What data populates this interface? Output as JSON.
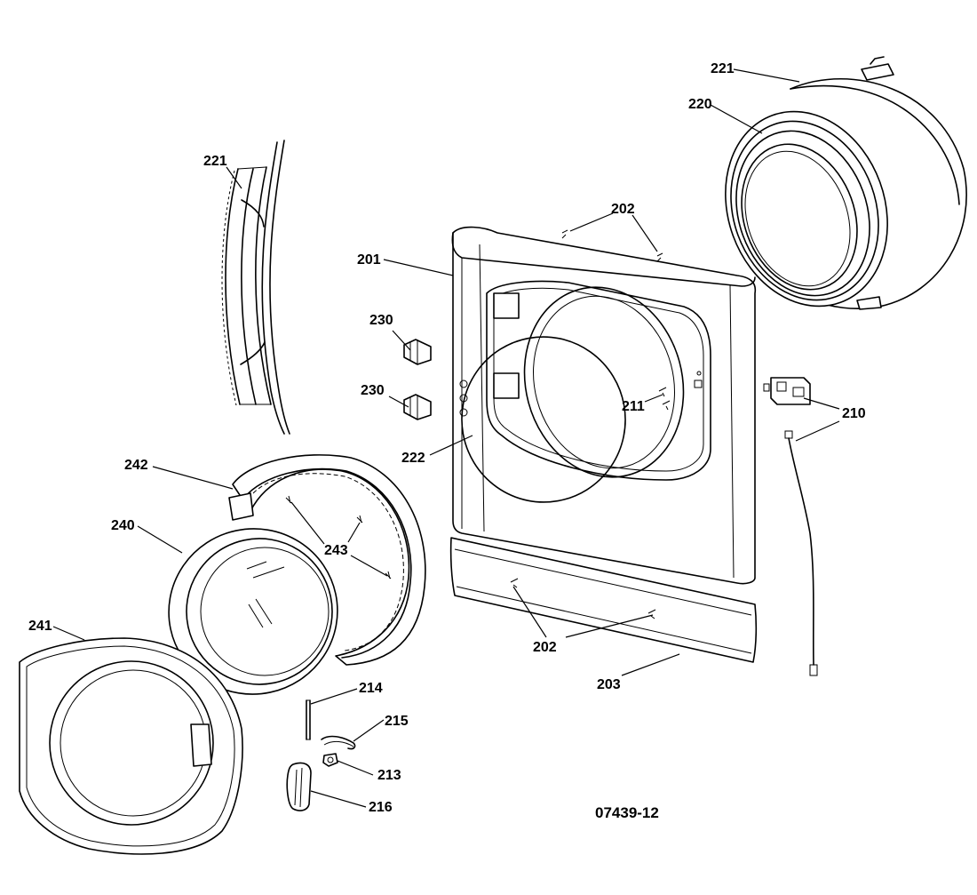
{
  "figure_code": "07439-12",
  "labels": {
    "l221_top": "221",
    "l220": "220",
    "l221_side": "221",
    "l202_top": "202",
    "l201": "201",
    "l230_a": "230",
    "l230_b": "230",
    "l211": "211",
    "l210": "210",
    "l222": "222",
    "l242": "242",
    "l240": "240",
    "l243": "243",
    "l241": "241",
    "l202_bottom": "202",
    "l203": "203",
    "l214": "214",
    "l215": "215",
    "l213": "213",
    "l216": "216"
  }
}
